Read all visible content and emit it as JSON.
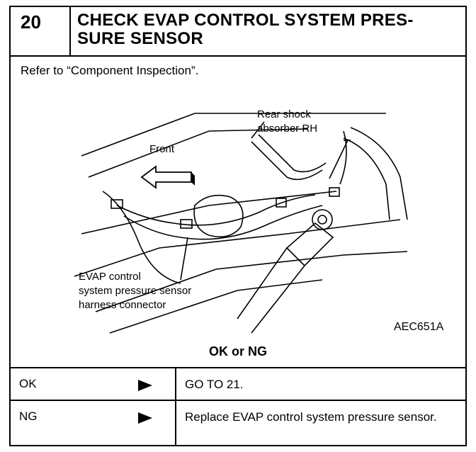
{
  "step": {
    "number": "20",
    "title": "CHECK EVAP CONTROL SYSTEM PRES-SURE SENSOR"
  },
  "instruction": "Refer to “Component Inspection”.",
  "figure": {
    "label_rear_shock": "Rear shock",
    "label_absorber": "absorber RH",
    "label_front": "Front",
    "label_evap1": "EVAP control",
    "label_evap2": "system pressure sensor",
    "label_evap3": "harness connector",
    "code": "AEC651A"
  },
  "question": "OK or NG",
  "results": [
    {
      "result": "OK",
      "action": "GO TO 21."
    },
    {
      "result": "NG",
      "action": "Replace EVAP control system pressure sensor."
    }
  ]
}
